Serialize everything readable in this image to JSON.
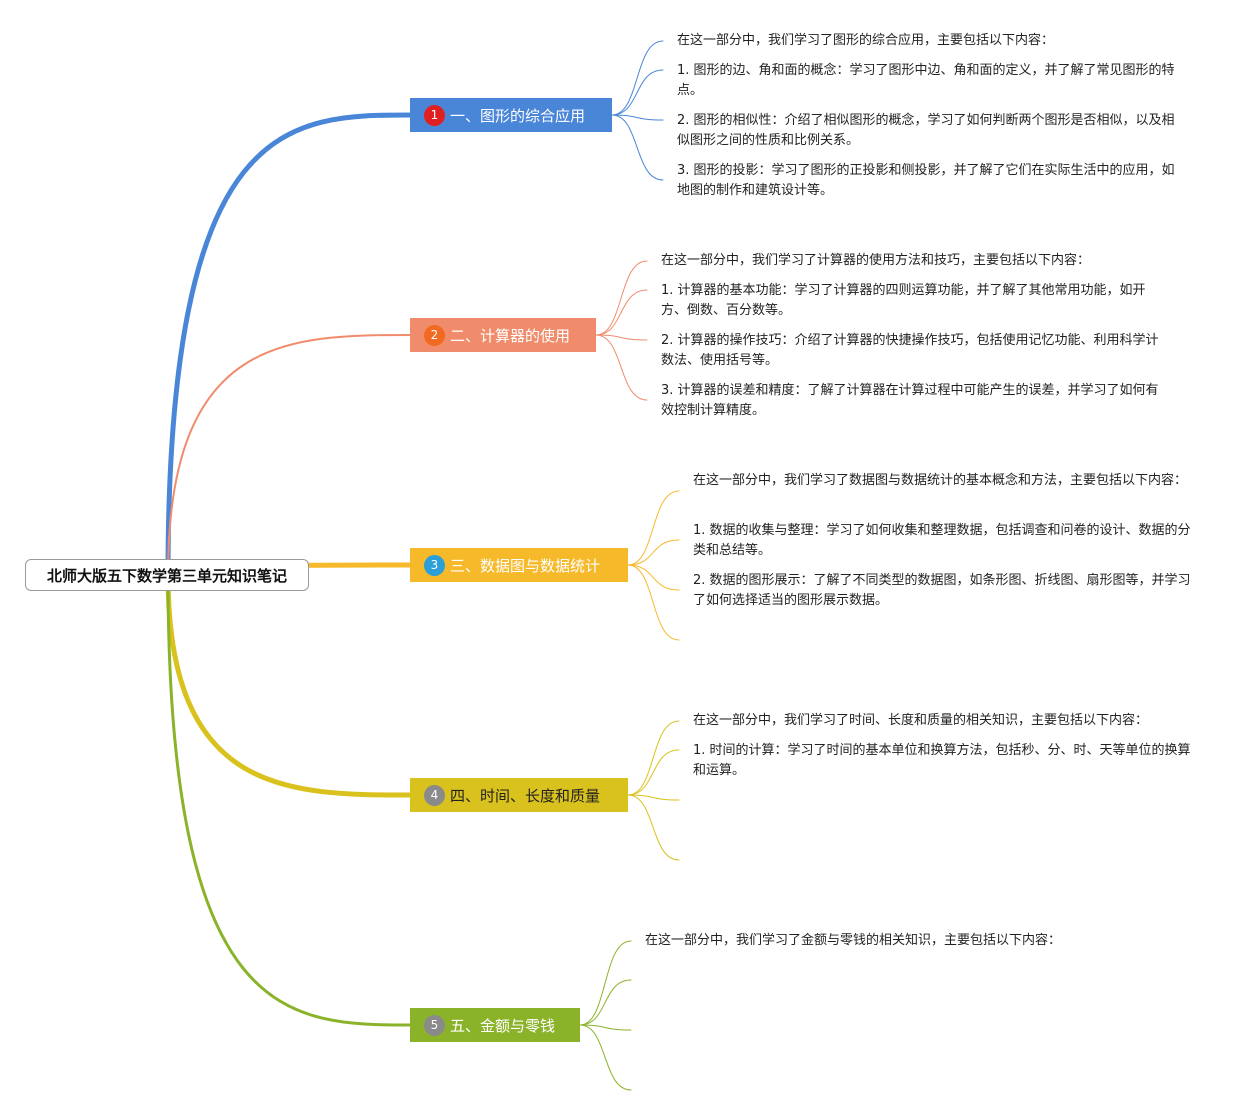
{
  "root": {
    "label": "北师大版五下数学第三单元知识笔记"
  },
  "branches": [
    {
      "number": "1",
      "title": "一、图形的综合应用",
      "color": "#4a86d8",
      "badge_color": "#e02020",
      "items": [
        "在这一部分中，我们学习了图形的综合应用，主要包括以下内容：",
        "1. 图形的边、角和面的概念：学习了图形中边、角和面的定义，并了解了常见图形的特点。",
        "2. 图形的相似性：介绍了相似图形的概念，学习了如何判断两个图形是否相似，以及相似图形之间的性质和比例关系。",
        "3. 图形的投影：学习了图形的正投影和侧投影，并了解了它们在实际生活中的应用，如地图的制作和建筑设计等。"
      ]
    },
    {
      "number": "2",
      "title": "二、计算器的使用",
      "color": "#f08c6c",
      "badge_color": "#f26a22",
      "items": [
        "在这一部分中，我们学习了计算器的使用方法和技巧，主要包括以下内容：",
        "1. 计算器的基本功能：学习了计算器的四则运算功能，并了解了其他常用功能，如开方、倒数、百分数等。",
        "2. 计算器的操作技巧：介绍了计算器的快捷操作技巧，包括使用记忆功能、利用科学计数法、使用括号等。",
        "3. 计算器的误差和精度：了解了计算器在计算过程中可能产生的误差，并学习了如何有效控制计算精度。"
      ]
    },
    {
      "number": "3",
      "title": "三、数据图与数据统计",
      "color": "#f6b92a",
      "badge_color": "#2a9fd8",
      "items": [
        "在这一部分中，我们学习了数据图与数据统计的基本概念和方法，主要包括以下内容：",
        "1. 数据的收集与整理：学习了如何收集和整理数据，包括调查和问卷的设计、数据的分类和总结等。",
        "2. 数据的图形展示：了解了不同类型的数据图，如条形图、折线图、扇形图等，并学习了如何选择适当的图形展示数据。",
        ""
      ]
    },
    {
      "number": "4",
      "title": "四、时间、长度和质量",
      "color": "#d9c21d",
      "badge_color": "#8a8a8a",
      "items": [
        "在这一部分中，我们学习了时间、长度和质量的相关知识，主要包括以下内容：",
        "1. 时间的计算：学习了时间的基本单位和换算方法，包括秒、分、时、天等单位的换算和运算。",
        "",
        ""
      ]
    },
    {
      "number": "5",
      "title": "五、金额与零钱",
      "color": "#8ab32a",
      "badge_color": "#8a8a8a",
      "items": [
        "在这一部分中，我们学习了金额与零钱的相关知识，主要包括以下内容：",
        "",
        "",
        ""
      ]
    }
  ]
}
